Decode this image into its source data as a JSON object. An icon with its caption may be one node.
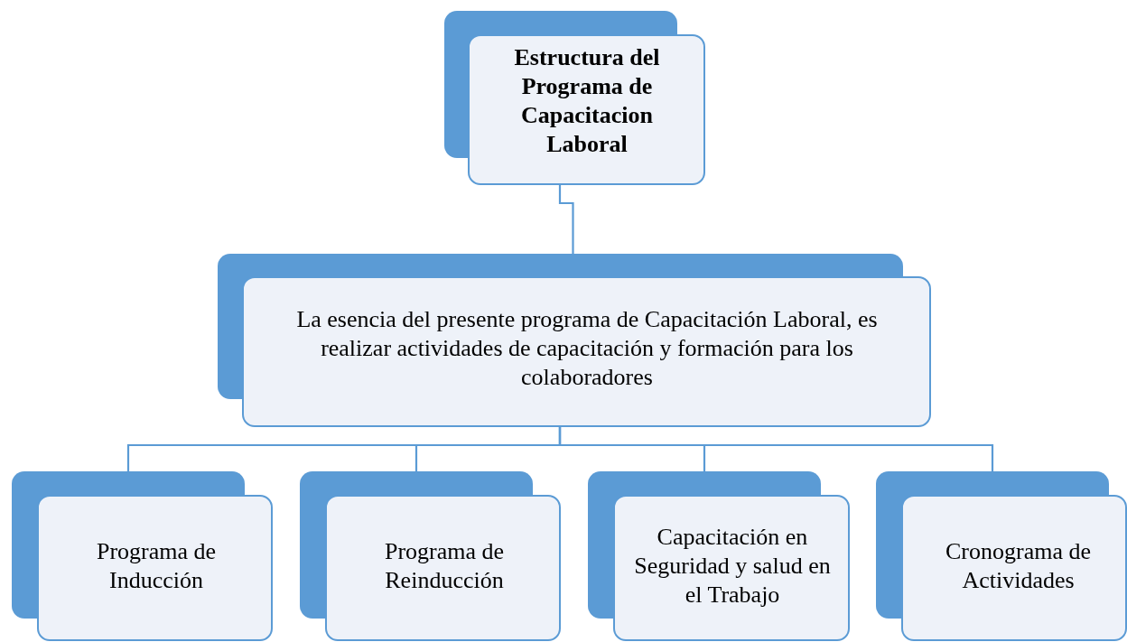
{
  "diagram": {
    "nodes": [
      {
        "text": [
          "Estructura del Programa de Capacitacion Laboral"
        ]
      },
      {
        "text": [
          "La esencia del presente programa de Capacitación Laboral, es realizar actividades de capacitación y formación para los colaboradores"
        ]
      },
      {
        "text": [
          "Programa de Inducción"
        ]
      },
      {
        "text": [
          "Programa de Reinducción"
        ]
      },
      {
        "text": [
          "Capacitación en Seguridad y salud en el Trabajo"
        ]
      },
      {
        "text": [
          "Cronograma de Actividades"
        ]
      }
    ],
    "edges": [
      {
        "from": 0,
        "to": 1,
        "arrow": "none"
      },
      {
        "from": 1,
        "to": 2,
        "arrow": "none"
      },
      {
        "from": 1,
        "to": 3,
        "arrow": "none"
      },
      {
        "from": 1,
        "to": 4,
        "arrow": "none"
      },
      {
        "from": 1,
        "to": 5,
        "arrow": "none"
      }
    ]
  }
}
